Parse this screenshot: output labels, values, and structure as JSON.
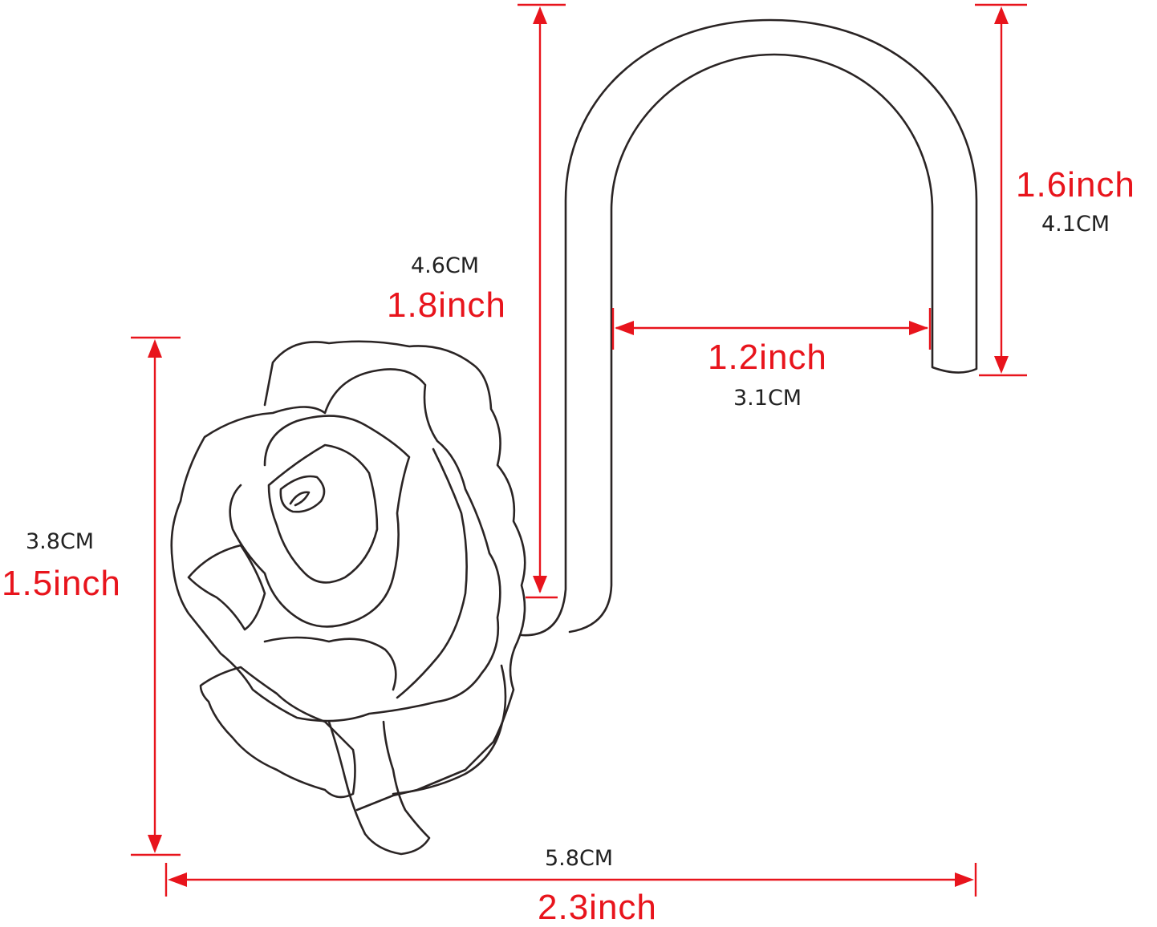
{
  "colors": {
    "line": "#2a2424",
    "dimension": "#e8141c",
    "cm_text": "#222222"
  },
  "dimensions": {
    "total_height": {
      "cm": "4.6CM",
      "inch": "1.8inch"
    },
    "hook_height": {
      "cm": "4.1CM",
      "inch": "1.6inch"
    },
    "hook_width": {
      "cm": "3.1CM",
      "inch": "1.2inch"
    },
    "rose_height": {
      "cm": "3.8CM",
      "inch": "1.5inch"
    },
    "total_width": {
      "cm": "5.8CM",
      "inch": "2.3inch"
    }
  }
}
